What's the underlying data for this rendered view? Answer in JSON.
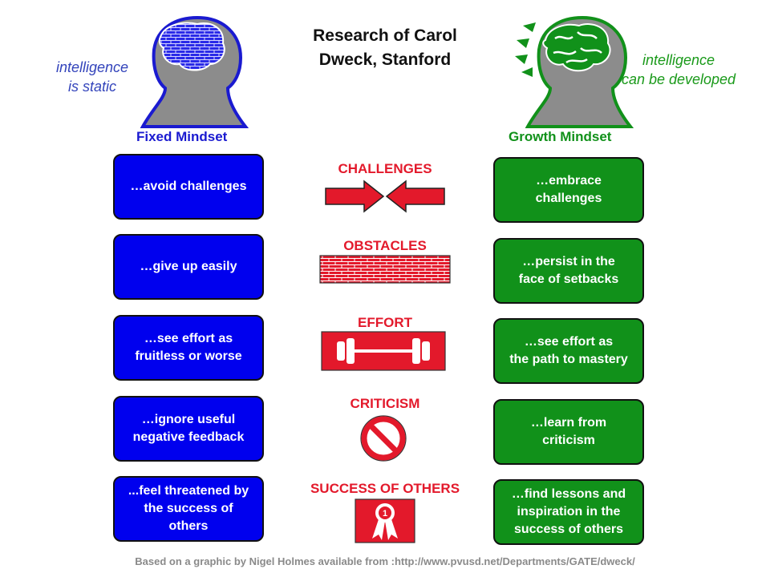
{
  "title": "Research of Carol\nDweck, Stanford",
  "fixed": {
    "caption": "intelligence\nis static",
    "label": "Fixed Mindset",
    "items": [
      "…avoid challenges",
      "…give up easily",
      "…see effort as\nfruitless or worse",
      "…ignore useful\nnegative feedback",
      "...feel threatened by\nthe success of\nothers"
    ]
  },
  "growth": {
    "caption": "intelligence\ncan be developed",
    "label": "Growth Mindset",
    "items": [
      "…embrace\nchallenges",
      "…persist in the\nface of setbacks",
      "…see effort as\nthe path to mastery",
      "…learn from\ncriticism",
      "…find lessons and\ninspiration in the\nsuccess of others"
    ]
  },
  "categories": [
    "CHALLENGES",
    "OBSTACLES",
    "EFFORT",
    "CRITICISM",
    "SUCCESS OF OTHERS"
  ],
  "icons": [
    "converging-arrows-icon",
    "brick-wall-icon",
    "dumbbell-icon",
    "prohibition-icon",
    "ribbon-award-icon"
  ],
  "colors": {
    "fixed": "#0000ee",
    "growth": "#11911a",
    "category": "#e3192b",
    "head": "#8c8c8c"
  },
  "footer": "Based on a graphic by Nigel Holmes available from :http://www.pvusd.net/Departments/GATE/dweck/"
}
